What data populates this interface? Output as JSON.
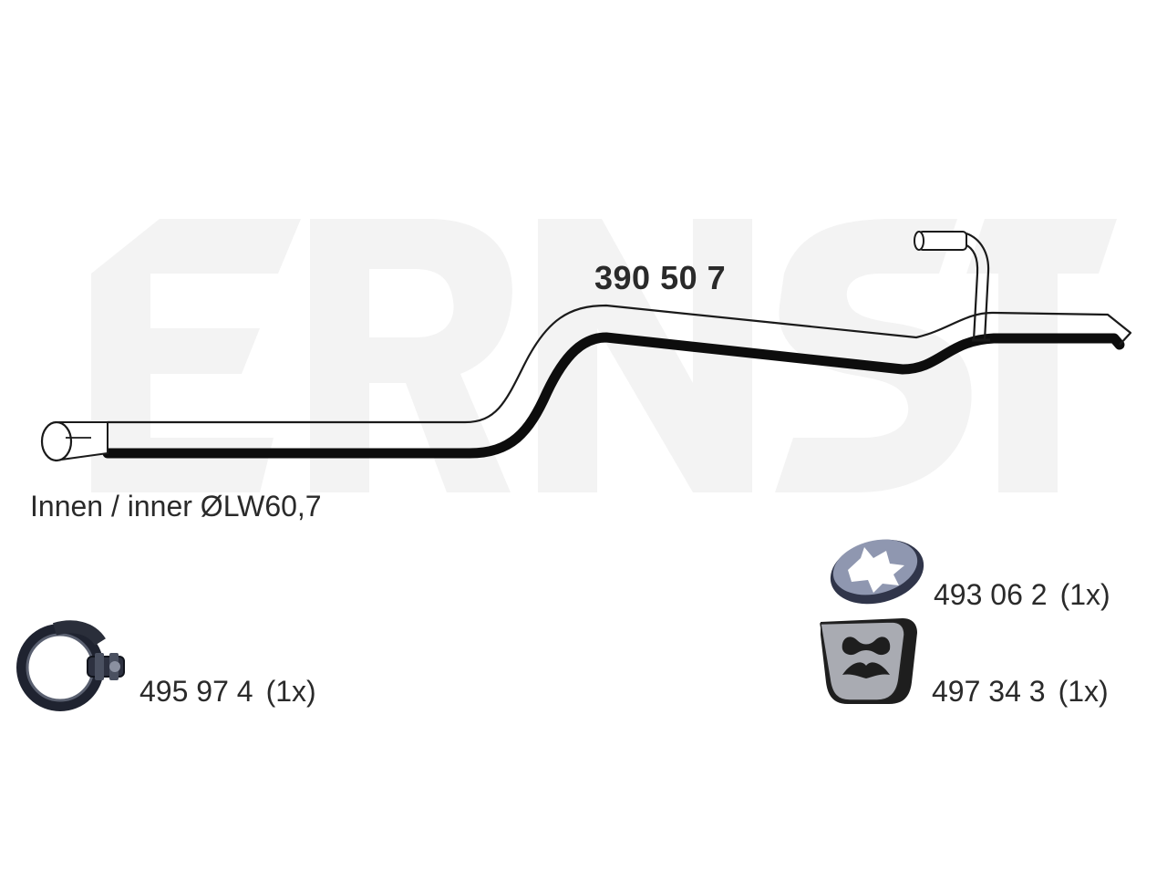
{
  "watermark": {
    "text": "ERNST",
    "color": "#f4f4f4"
  },
  "pipe": {
    "part_number": "390 50 7",
    "inner_diameter_label": "Innen / inner ØLW60,7",
    "outline_color": "#1a1a1a",
    "shadow_color": "#000000"
  },
  "accessories": [
    {
      "name": "clamp",
      "code": "495 97 4",
      "qty": "(1x)",
      "icon": "pipe-clamp-icon"
    },
    {
      "name": "washer",
      "code": "493 06 2",
      "qty": "(1x)",
      "icon": "lock-washer-icon"
    },
    {
      "name": "hanger",
      "code": "497 34 3",
      "qty": "(1x)",
      "icon": "rubber-hanger-icon"
    }
  ],
  "colors": {
    "text": "#2a2a2a",
    "metal_dark": "#3b3f4c",
    "metal_light": "#c9ccd6",
    "rubber": "#2b2b2b"
  }
}
